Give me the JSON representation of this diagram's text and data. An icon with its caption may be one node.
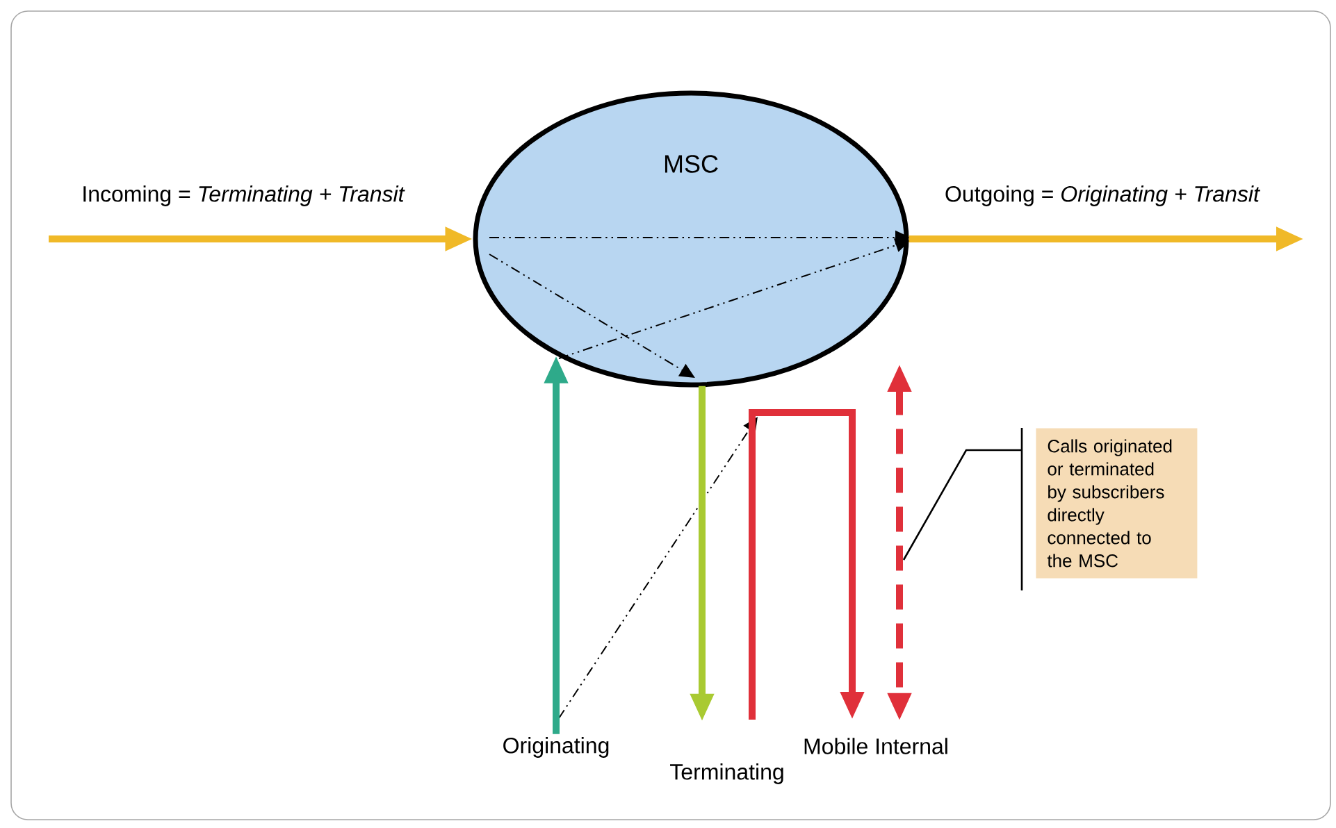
{
  "diagram": {
    "nodes": [
      {
        "text": [
          "MSC"
        ]
      },
      {
        "text": [
          "Originating"
        ]
      },
      {
        "text": [
          "Terminating"
        ]
      },
      {
        "text": [
          "Mobile Internal"
        ]
      },
      {
        "text": [
          "Calls originated or terminated by subscribers directly connected to the MSC"
        ]
      }
    ],
    "edges": [
      {
        "from": null,
        "to": 0,
        "arrow": "to",
        "label": "Incoming = *Terminating + Transit*",
        "color": "#f0b928"
      },
      {
        "from": 0,
        "to": null,
        "arrow": "to",
        "label": "Outgoing = *Originating + Transit*",
        "color": "#f0b928"
      },
      {
        "from": 1,
        "to": 0,
        "arrow": "to",
        "color": "#2eaa8a"
      },
      {
        "from": 0,
        "to": 2,
        "arrow": "to",
        "color": "#a9ca32"
      },
      {
        "from": 0,
        "to": 3,
        "arrow": "both",
        "style": "dashed",
        "color": "#e0303a"
      },
      {
        "from": 4,
        "to": null,
        "arrow": "none",
        "color": "#000000"
      }
    ]
  }
}
